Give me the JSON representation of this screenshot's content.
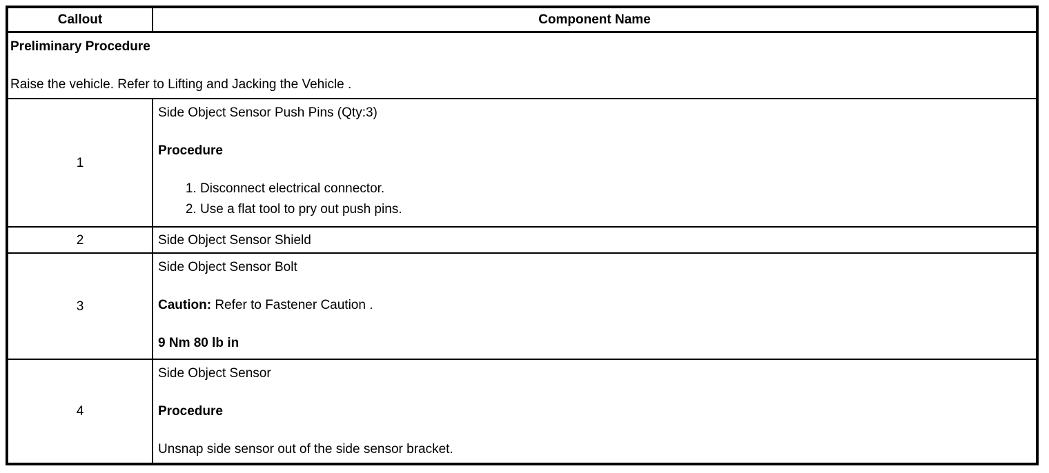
{
  "document": {
    "colors": {
      "border": "#000000",
      "background": "#ffffff",
      "text": "#000000"
    },
    "table": {
      "header": {
        "callout": "Callout",
        "component": "Component Name"
      },
      "preliminary": {
        "title": "Preliminary Procedure",
        "body": "Raise the vehicle. Refer to Lifting and Jacking the Vehicle ."
      },
      "rows": [
        {
          "callout": "1",
          "name": "Side Object Sensor Push Pins (Qty:3)",
          "procedure_label": "Procedure",
          "steps": [
            "Disconnect electrical connector.",
            "Use a flat tool to pry out push pins."
          ]
        },
        {
          "callout": "2",
          "name": "Side Object Sensor Shield"
        },
        {
          "callout": "3",
          "name": "Side Object Sensor Bolt",
          "caution_label": "Caution:",
          "caution_text": "Refer to Fastener Caution .",
          "torque": "9 Nm 80 lb in"
        },
        {
          "callout": "4",
          "name": "Side Object Sensor",
          "procedure_label": "Procedure",
          "procedure_text": "Unsnap side sensor out of the side sensor bracket."
        }
      ]
    }
  }
}
